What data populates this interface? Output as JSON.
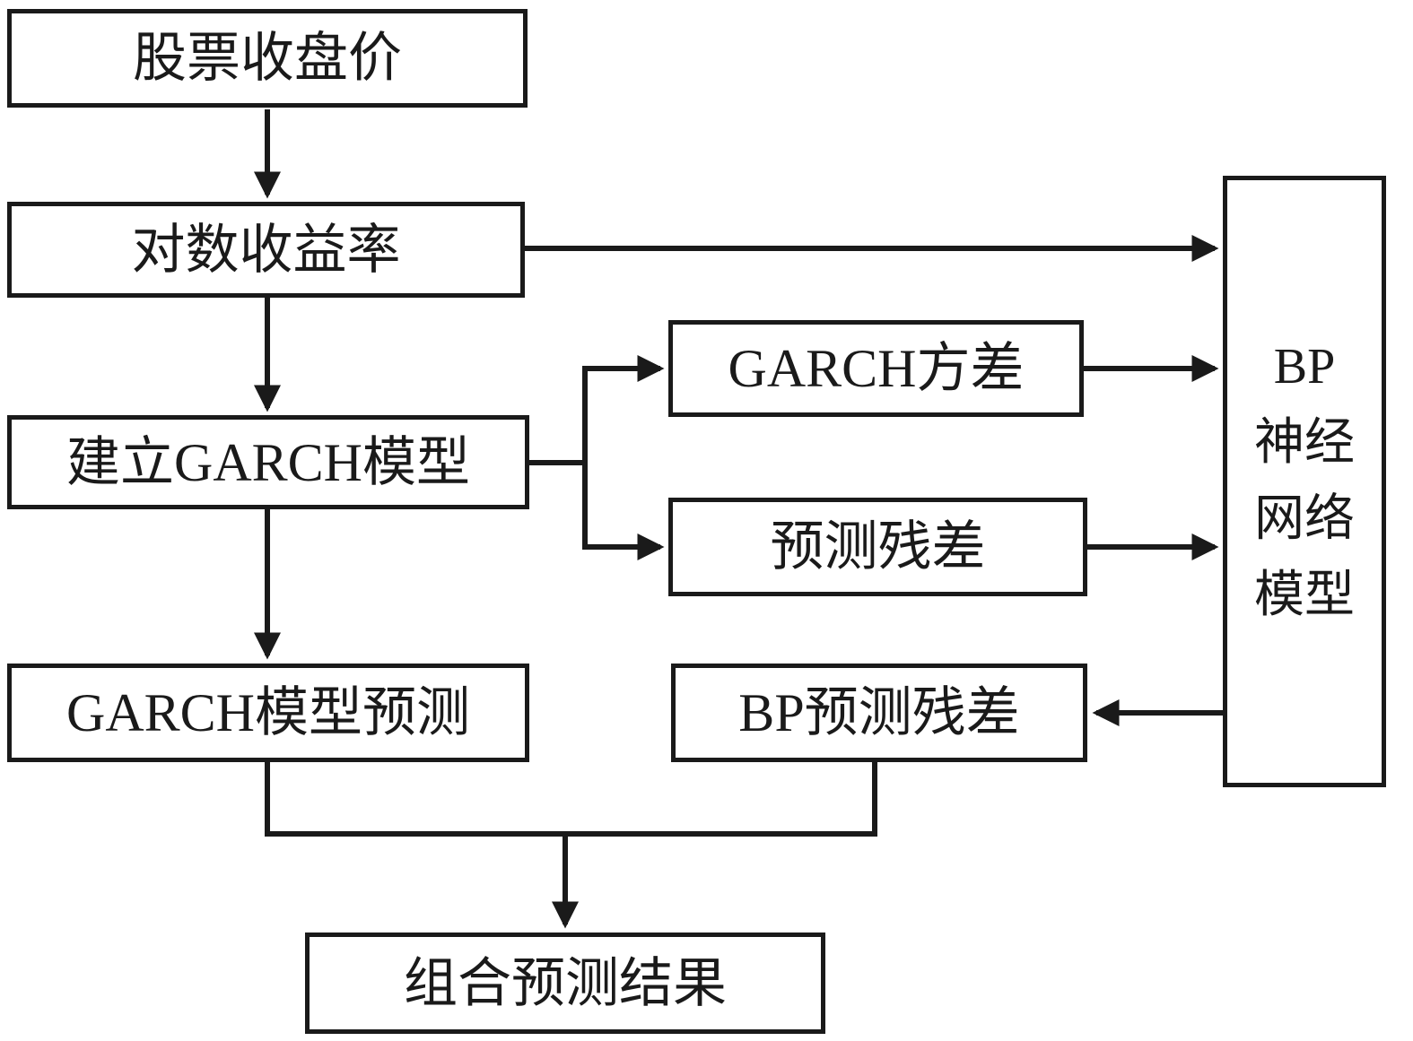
{
  "colors": {
    "ink": "#1a1a1a",
    "background": "#ffffff"
  },
  "nodes": {
    "stock_close": {
      "label": "股票收盘价"
    },
    "log_return": {
      "label": "对数收益率"
    },
    "build_garch": {
      "label": "建立GARCH模型"
    },
    "garch_forecast": {
      "label": "GARCH模型预测"
    },
    "garch_variance": {
      "label": "GARCH方差"
    },
    "forecast_residual": {
      "label": "预测残差"
    },
    "bp_forecast_residual": {
      "label": "BP预测残差"
    },
    "bp_model": {
      "lines": [
        "BP",
        "神经",
        "网络",
        "模型"
      ]
    },
    "combined_result": {
      "label": "组合预测结果"
    }
  }
}
